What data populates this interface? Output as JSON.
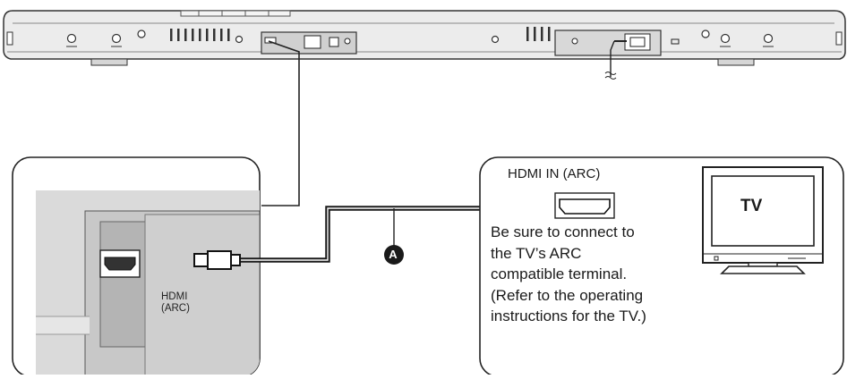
{
  "diagram": {
    "hdmi_in_label": "HDMI IN (ARC)",
    "tv_label": "TV",
    "cable_marker": "A",
    "port_label": [
      "HDMI",
      "(ARC)"
    ],
    "note_lines": [
      "Be sure to connect to",
      "the TV’s ARC",
      "compatible terminal.",
      "(Refer to the operating",
      "instructions for the TV.)"
    ]
  }
}
